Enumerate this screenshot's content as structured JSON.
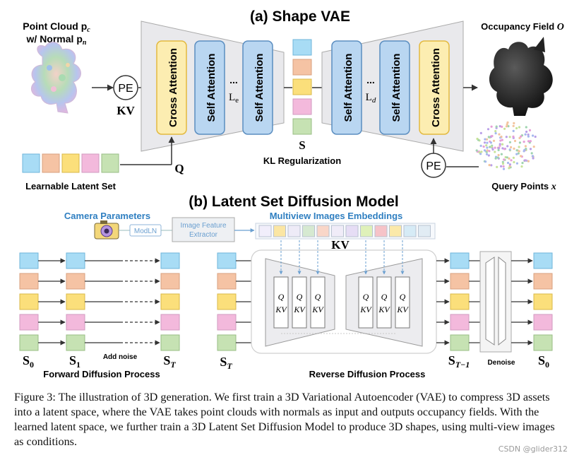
{
  "vae": {
    "title": "(a) Shape VAE",
    "input_label_line1": "Point Cloud p",
    "input_sub1": "c",
    "input_label_line2": "w/ Normal p",
    "input_sub2": "n",
    "pe": "PE",
    "kv": "KV",
    "q": "Q",
    "cross_attention": "Cross Attention",
    "self_attention": "Self Attention",
    "dots": "...",
    "le": "L",
    "le_sub": "e",
    "ld": "L",
    "ld_sub": "d",
    "s": "S",
    "kl": "KL Regularization",
    "latent_set": "Learnable Latent Set",
    "occupancy": "Occupancy Field ",
    "occupancy_sym": "O",
    "query_points": "Query Points ",
    "query_sym": "x"
  },
  "ldm": {
    "title": "(b) Latent Set Diffusion Model",
    "camera": "Camera Parameters",
    "modln": "ModLN",
    "extractor_line1": "Image Feature",
    "extractor_line2": "Extractor",
    "mv_embed": "Multiview Images Embeddings",
    "kv": "KV",
    "q": "Q",
    "kv_small": "KV",
    "add_noise": "Add noise",
    "forward": "Forward Diffusion Process",
    "reverse": "Reverse Diffusion Process",
    "denoise": "Denoise",
    "s0": "S",
    "s0_sub": "0",
    "s1": "S",
    "s1_sub": "1",
    "st": "S",
    "st_sub": "T",
    "st2": "S",
    "st2_sub": "T",
    "stm1": "S",
    "stm1_sub": "T−1",
    "s0b": "S",
    "s0b_sub": "0"
  },
  "colors": {
    "latent": [
      "#a8dcf5",
      "#f5c3a4",
      "#fbdf7b",
      "#f3b9dc",
      "#c6e2b3"
    ],
    "embed": [
      "#f1eefb",
      "#fbe6a3",
      "#eeebf7",
      "#d6e9d1",
      "#f9d6c8",
      "#f0ecf8",
      "#e6ddf5",
      "#dff1b9",
      "#f6c3c8",
      "#fbe9a9",
      "#d6ebf6",
      "#e1ecf4"
    ],
    "cross": "#fcedb1",
    "self": "#b9d6f1",
    "title_blue": "#2f7fc1"
  },
  "caption": "Figure 3:  The illustration of 3D generation. We first train a 3D Variational Autoencoder (VAE) to compress 3D assets into a latent space, where the VAE takes point clouds with normals as input and outputs occupancy fields. With the learned latent space, we further train a 3D Latent Set Diffusion Model to produce 3D shapes, using multi-view images as conditions.",
  "watermark": "CSDN @glider312"
}
